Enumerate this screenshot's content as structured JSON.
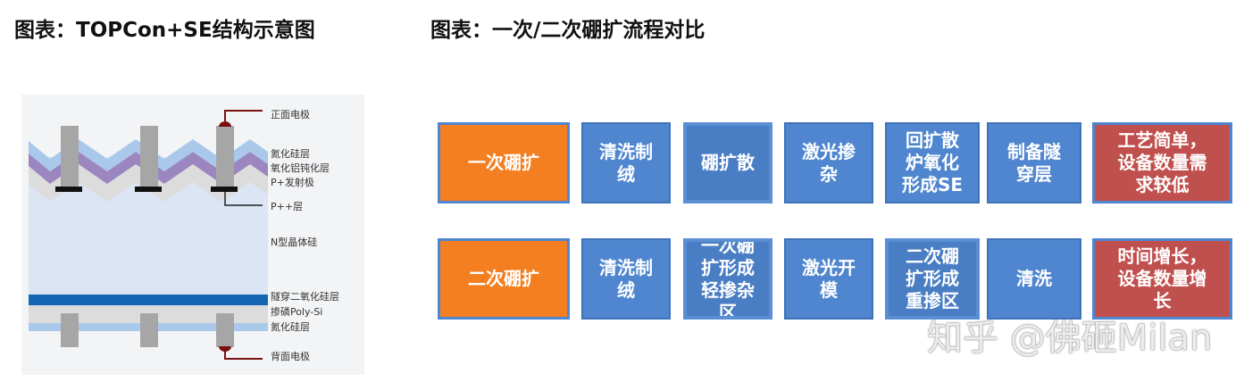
{
  "titles": {
    "left": "图表：TOPCon+SE结构示意图",
    "right": "图表：一次/二次硼扩流程对比"
  },
  "diagram": {
    "labels": [
      "正面电极",
      "氮化硅层",
      "氧化铝钝化层",
      "P+发射极",
      "P++层",
      "N型晶体硅",
      "隧穿二氧化硅层",
      "掺磷Poly-Si",
      "氮化硅层",
      "背面电极"
    ],
    "colors": {
      "nitride": "#a9c8ea",
      "alumina": "#9b86bf",
      "emitter": "#dcdcdc",
      "bulk": "#dbe5f3",
      "tunnel": "#1565b5",
      "poly": "#dcdcdc",
      "electrode": "#a6a6a6",
      "contact": "#111111",
      "lead": "#7a1010"
    }
  },
  "flow": {
    "rows": [
      {
        "label": "一次硼扩",
        "steps": [
          "清洗制绒",
          "硼扩散",
          "激光掺杂",
          "回扩散炉氧化形成SE",
          "制备隧穿层"
        ],
        "result": "工艺简单，设备数量需求较低"
      },
      {
        "label": "二次硼扩",
        "steps": [
          "清洗制绒",
          "一次硼扩形成轻掺杂区",
          "激光开模",
          "二次硼扩形成重掺区",
          "清洗"
        ],
        "result": "时间增长，设备数量增长"
      }
    ],
    "colors": {
      "label": "#f47f20",
      "step": "#4f86cf",
      "result": "#c0504d"
    }
  },
  "watermark": "知乎 @佛砸Milan"
}
